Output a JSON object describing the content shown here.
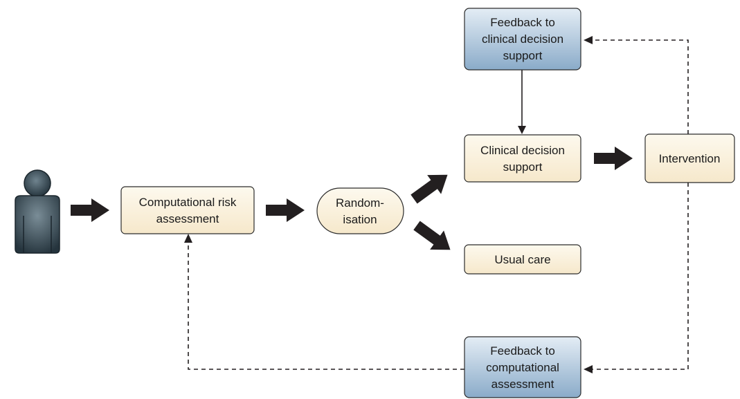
{
  "nodes": {
    "risk_assessment": {
      "lines": [
        "Computational risk",
        "assessment"
      ]
    },
    "randomisation": {
      "lines": [
        "Random-",
        "isation"
      ]
    },
    "clinical_decision_support": {
      "lines": [
        "Clinical decision",
        "support"
      ]
    },
    "usual_care": {
      "lines": [
        "Usual care"
      ]
    },
    "intervention": {
      "lines": [
        "Intervention"
      ]
    },
    "feedback_cds": {
      "lines": [
        "Feedback to",
        "clinical decision",
        "support"
      ]
    },
    "feedback_computational": {
      "lines": [
        "Feedback to",
        "computational",
        "assessment"
      ]
    }
  },
  "icons": {
    "person": "person-icon"
  },
  "colors": {
    "process_fill_top": "#fdf9ee",
    "process_fill_bottom": "#f7ead0",
    "process_stroke": "#2b2b2b",
    "feedback_fill_top": "#dfe9f3",
    "feedback_fill_bottom": "#8fb0ce",
    "arrow": "#231f20",
    "person_dark": "#2a3a44",
    "person_light": "#6b7f8a"
  }
}
